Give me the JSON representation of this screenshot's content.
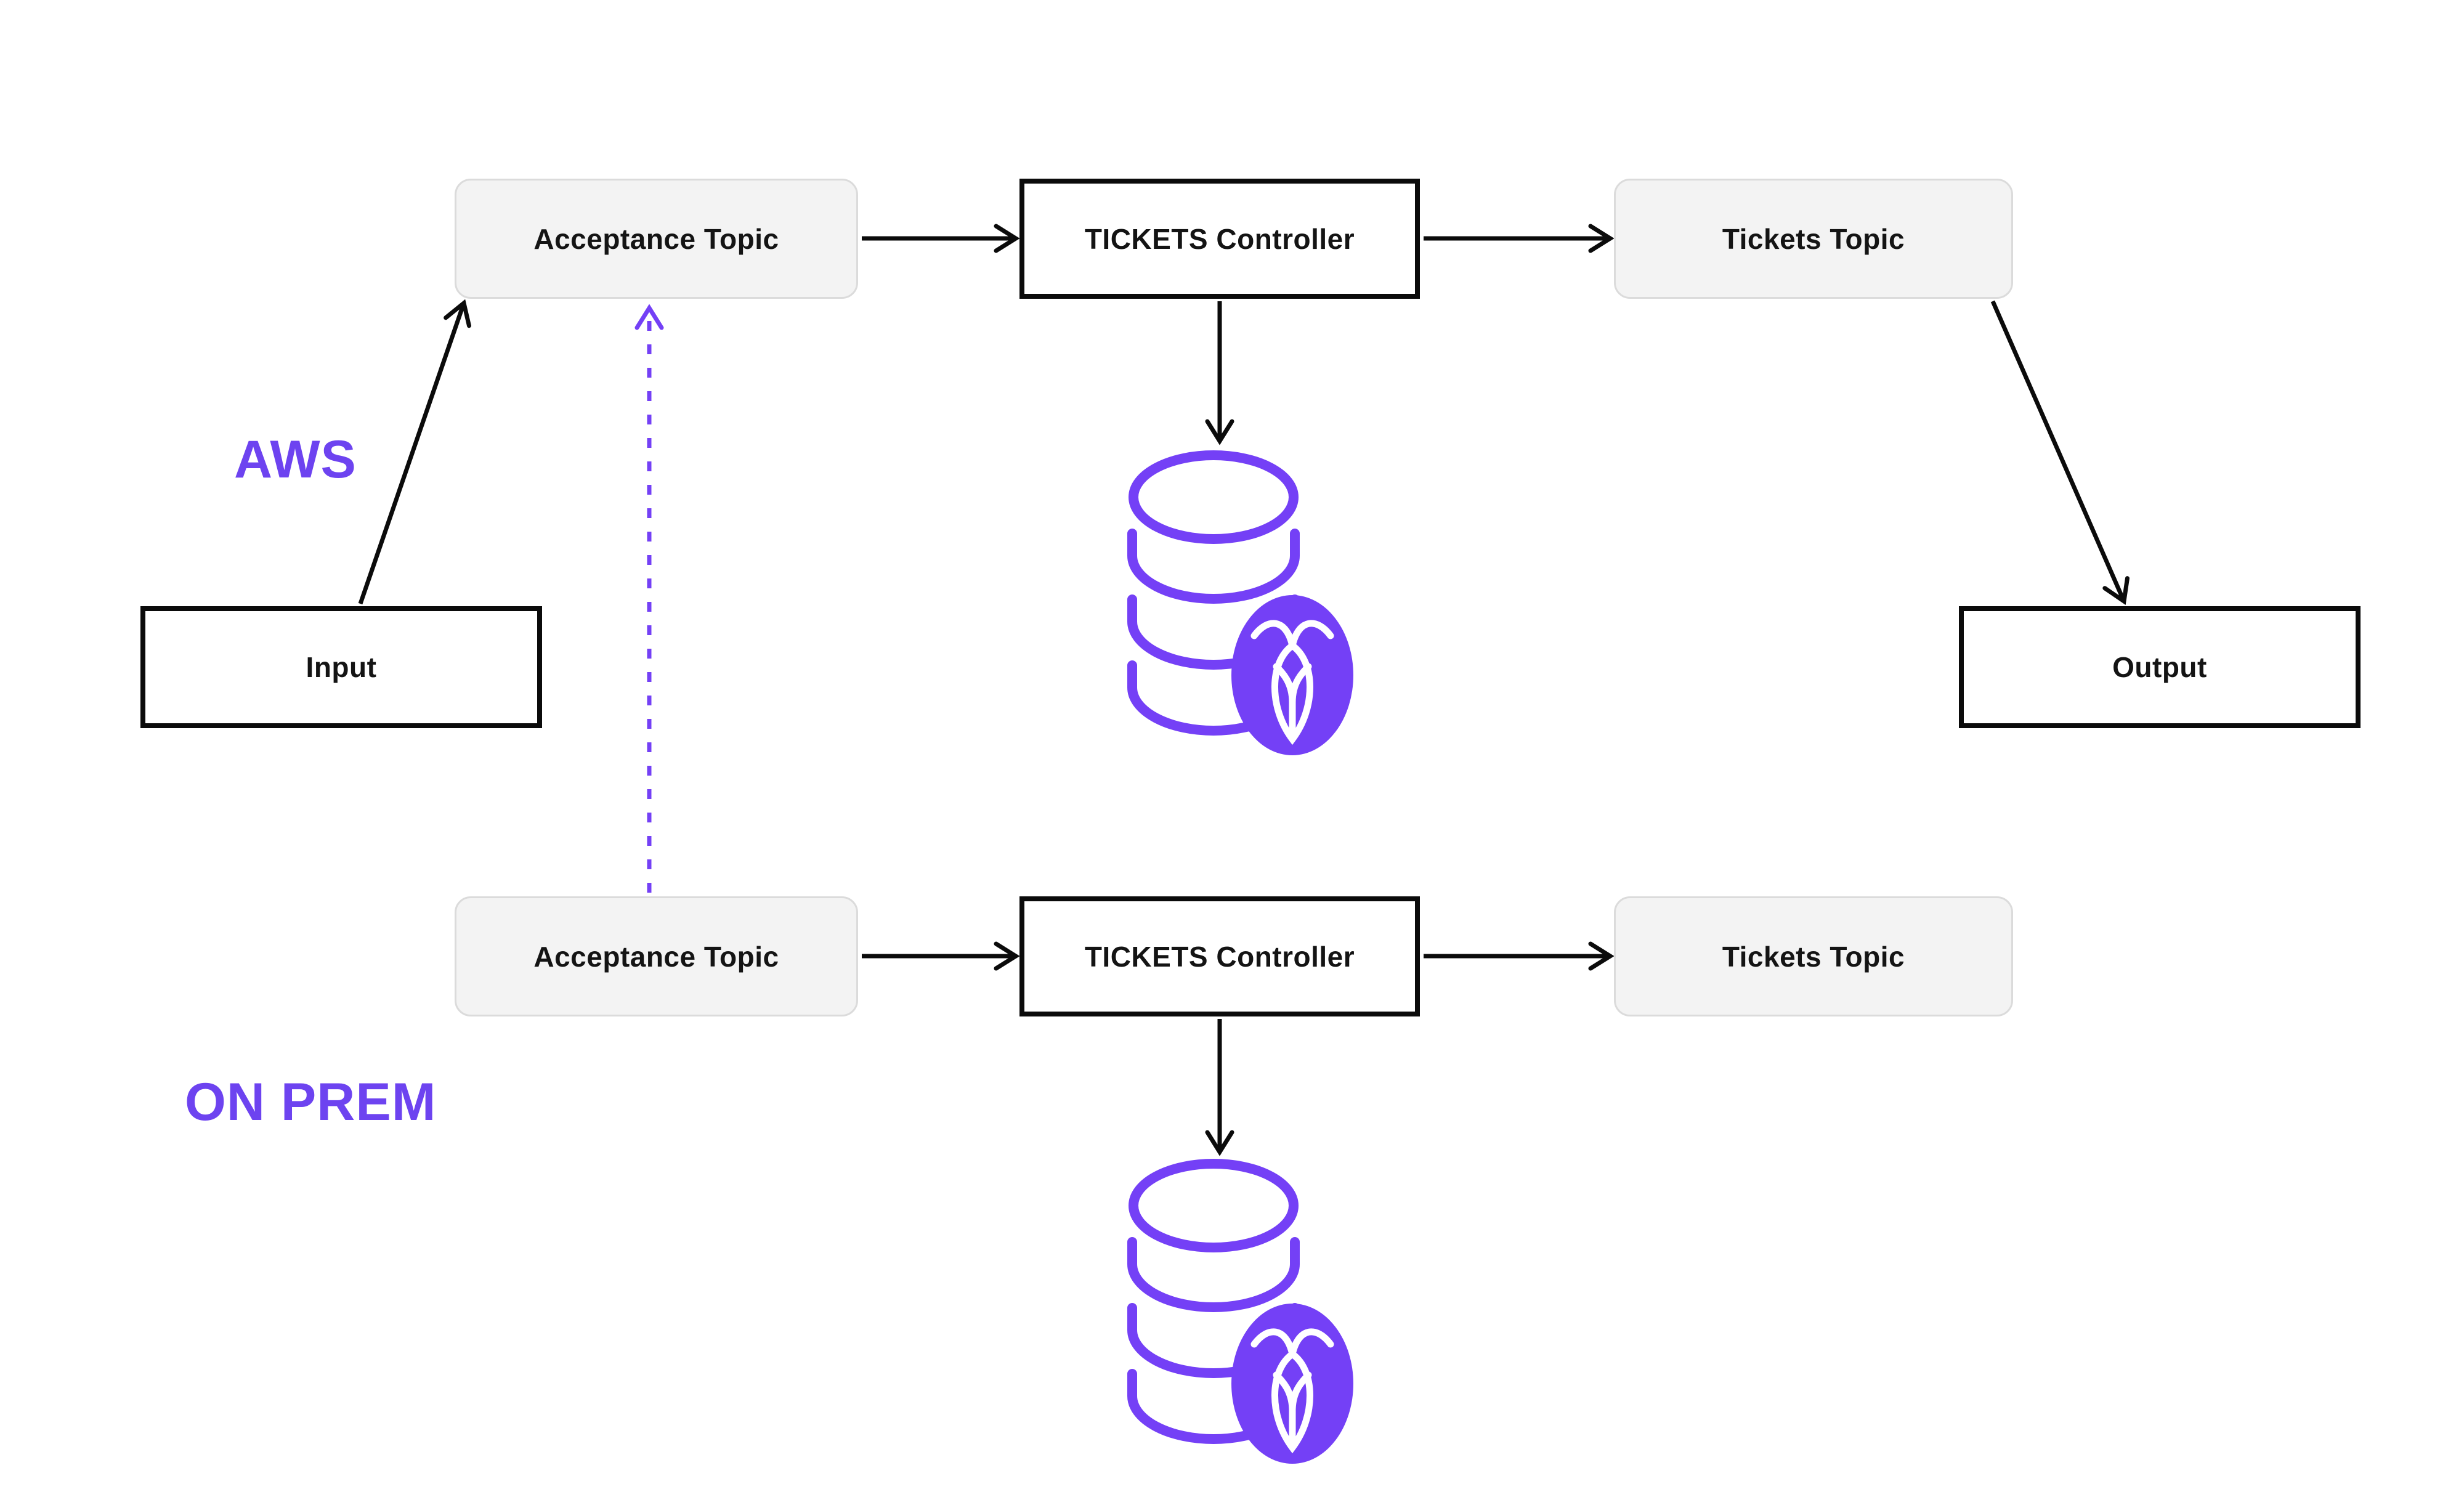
{
  "regions": {
    "aws": {
      "label": "AWS"
    },
    "onprem": {
      "label": "ON PREM"
    }
  },
  "aws": {
    "nodes": {
      "input": "Input",
      "acceptance_topic": "Acceptance Topic",
      "tickets_controller": "TICKETS Controller",
      "tickets_topic": "Tickets Topic",
      "output": "Output"
    }
  },
  "onprem": {
    "nodes": {
      "acceptance_topic": "Acceptance Topic",
      "tickets_controller": "TICKETS Controller",
      "tickets_topic": "Tickets Topic"
    }
  },
  "icons": {
    "database": "database-cylinder-icon",
    "logo": "cockroachdb-logo-icon"
  },
  "connections": {
    "input_to_acceptance": "solid-arrow",
    "acceptance_to_controller_aws": "solid-arrow",
    "controller_to_tickets_topic_aws": "solid-arrow",
    "controller_to_database_aws": "solid-arrow",
    "tickets_topic_to_output": "solid-arrow",
    "onprem_acceptance_to_aws_acceptance": "dotted-arrow",
    "acceptance_to_controller_onprem": "solid-arrow",
    "controller_to_tickets_topic_onprem": "solid-arrow",
    "controller_to_database_onprem": "solid-arrow"
  },
  "colors": {
    "accent_text": "#6D43F0",
    "icon_purple": "#7440F6",
    "box_fill": "#F3F3F3",
    "box_border": "#DBDBDB",
    "line_black": "#0B0B0B",
    "white": "#FFFFFF"
  }
}
